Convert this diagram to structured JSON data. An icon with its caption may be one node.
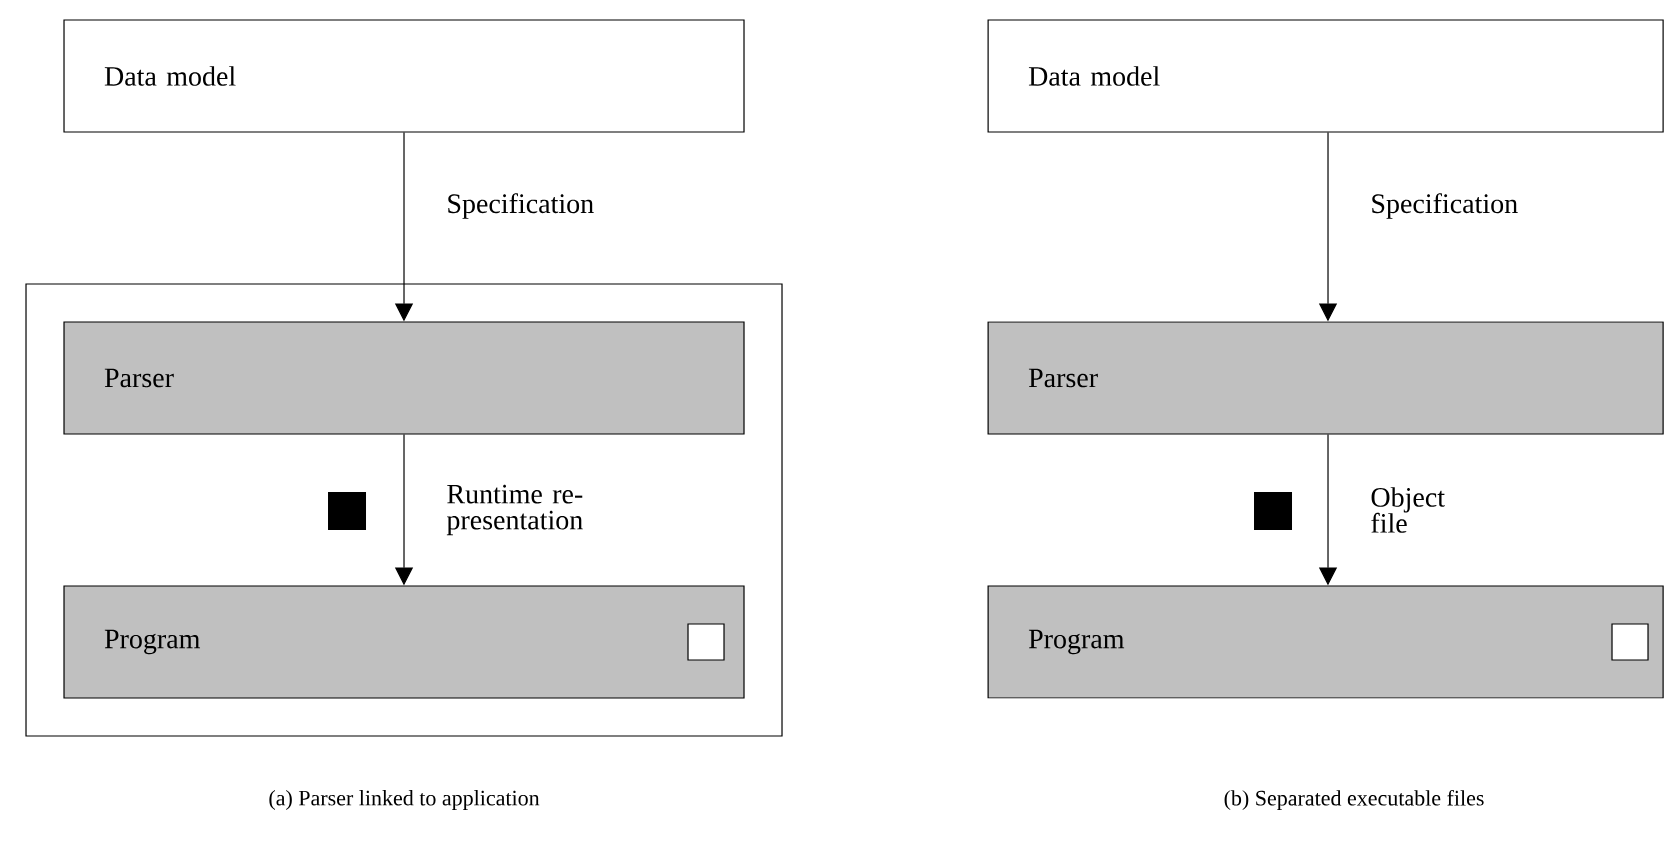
{
  "diagram": {
    "nodes": [
      {
        "text": [
          "Data model"
        ]
      },
      {
        "text": [],
        "shape": "box"
      },
      {
        "text": [
          "Parser"
        ],
        "in": 1
      },
      {
        "text": [
          "Program"
        ],
        "in": 1
      },
      {
        "text": [
          "Data model"
        ]
      },
      {
        "text": [
          "Parser"
        ]
      },
      {
        "text": [
          "Program"
        ]
      }
    ],
    "edges": [
      {
        "from": 0,
        "to": 2,
        "arrow": "to",
        "label": "Specification"
      },
      {
        "from": 2,
        "to": 3,
        "arrow": "to",
        "label": "Runtime re- presentation"
      },
      {
        "from": 4,
        "to": 5,
        "arrow": "to",
        "label": "Specification"
      },
      {
        "from": 5,
        "to": 6,
        "arrow": "to",
        "label": "Object file"
      }
    ],
    "labels": [
      "(a) Parser linked to application",
      "(b) Separated executable files"
    ]
  }
}
